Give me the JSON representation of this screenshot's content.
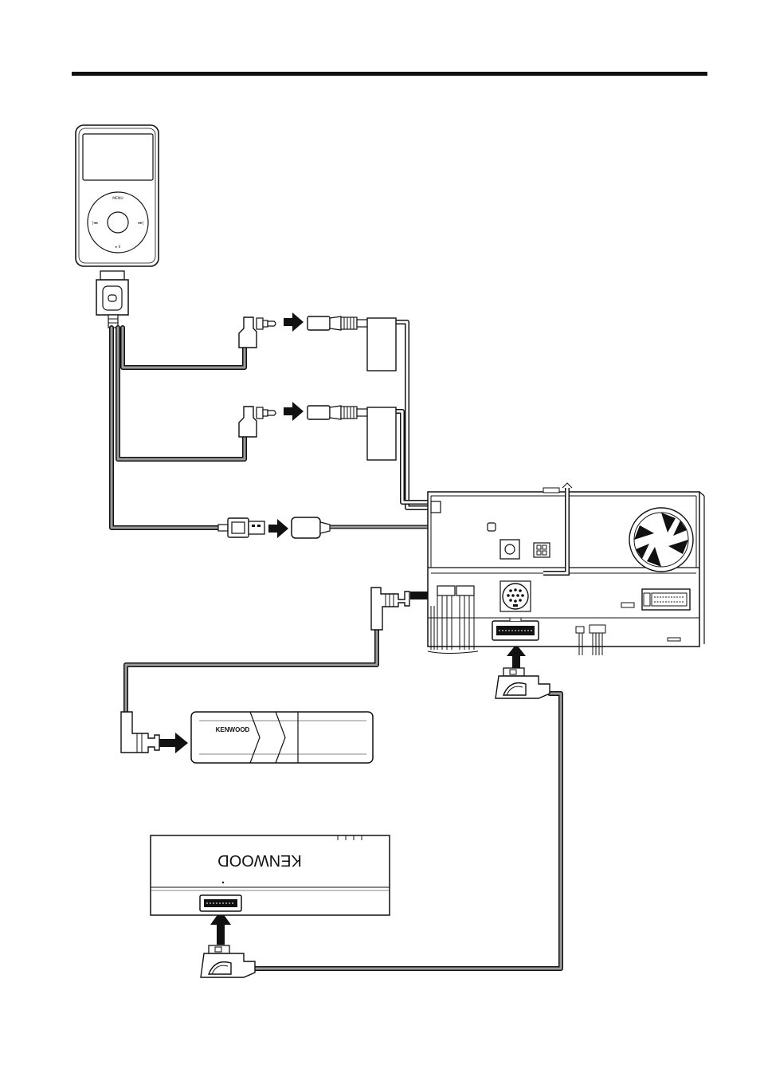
{
  "ipod": {
    "menu_label": "MENU",
    "prev_label": "|◂◂",
    "next_label": "▸▸|",
    "play_label": "▸ II"
  },
  "changer": {
    "brand": "KENWOOD"
  },
  "tuner_box": {
    "brand": "KENWOOD"
  },
  "colors": {
    "line": "#111111",
    "cable_fill": "#9a9a9a",
    "background": "#ffffff"
  }
}
